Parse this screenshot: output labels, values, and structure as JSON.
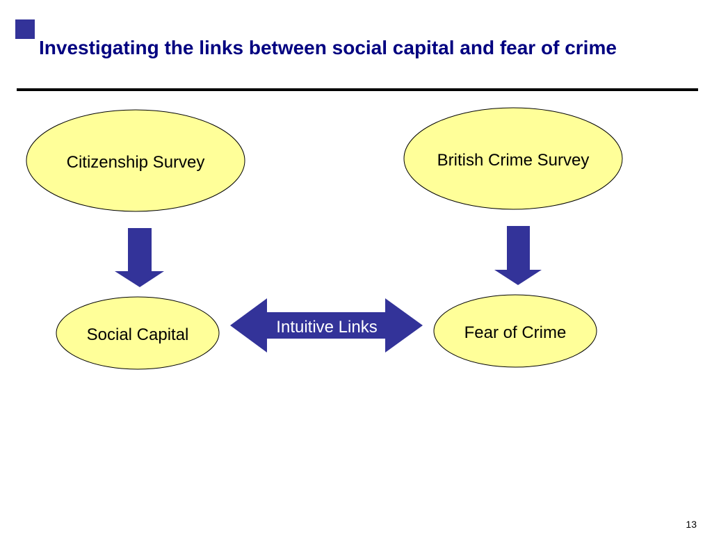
{
  "slide": {
    "title": "Investigating the links between social capital and fear of crime",
    "page_number": "13"
  },
  "diagram": {
    "nodes": {
      "citizenship_survey": "Citizenship Survey",
      "british_crime_survey": "British Crime Survey",
      "social_capital": "Social Capital",
      "fear_of_crime": "Fear of Crime"
    },
    "link_label": "Intuitive Links"
  },
  "colors": {
    "node_fill": "#FFFF99",
    "arrow_fill": "#333399",
    "title_marker": "#333399",
    "title_text": "#000080"
  }
}
